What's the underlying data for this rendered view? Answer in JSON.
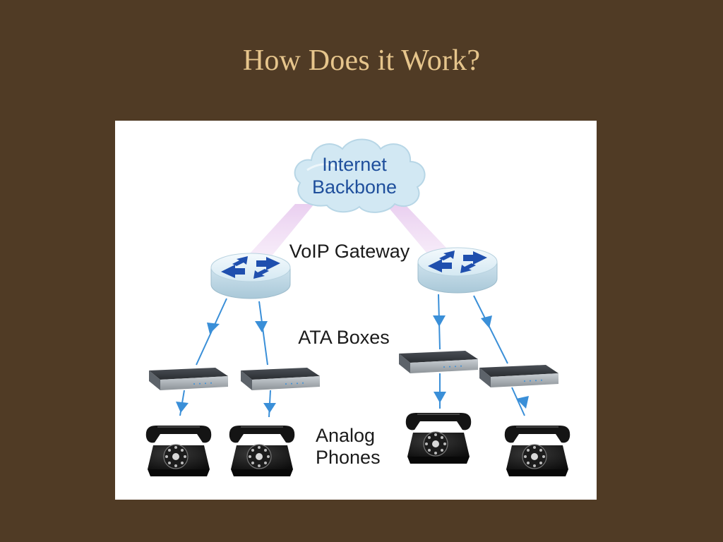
{
  "slide": {
    "title": "How Does it Work?"
  },
  "diagram": {
    "cloud_label_line1": "Internet",
    "cloud_label_line2": "Backbone",
    "gateway_label": "VoIP Gateway",
    "ata_label": "ATA Boxes",
    "phones_label_line1": "Analog",
    "phones_label_line2": "Phones"
  },
  "colors": {
    "background": "#503b25",
    "title": "#e6c58c",
    "panel": "#ffffff",
    "cloud": "#cfe6f2",
    "link": "#3a8fd8",
    "router": "#e3f1f8",
    "router_arrows": "#1f4fae"
  }
}
